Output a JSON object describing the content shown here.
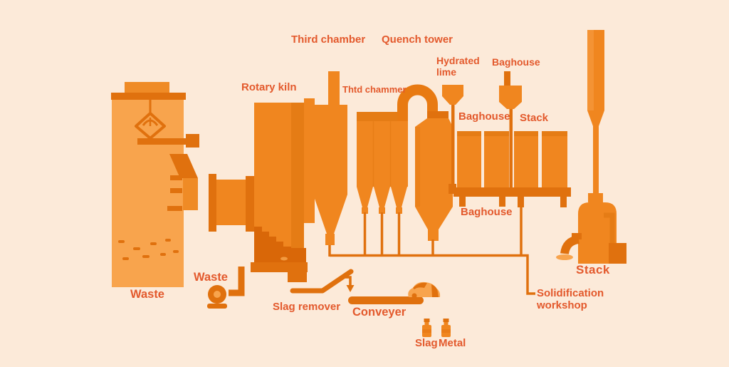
{
  "colors": {
    "background": "#fcead9",
    "equipment_main": "#f0861f",
    "equipment_light": "#f8a44d",
    "equipment_mid": "#e57c15",
    "equipment_dark": "#e0710e",
    "equipment_deep": "#d96708",
    "label_text": "#e3592c"
  },
  "labels": {
    "third_chamber": "Third chamber",
    "quench_tower": "Quench tower",
    "hydrated_lime": {
      "line1": "Hydrated",
      "line2": "lime"
    },
    "baghouse_top": "Baghouse",
    "rotary_kiln": "Rotary kiln",
    "thtd_chammer": "Thtd chammer",
    "baghouse_mid": "Baghouse",
    "stack_mid": "Stack",
    "baghouse_lower": "Baghouse",
    "waste_bunker": "Waste",
    "waste_pump": "Waste",
    "slag_remover": "Slag remover",
    "conveyer": "Conveyer",
    "slag": "Slag",
    "metal": "Metal",
    "solidification": {
      "line1": "Solidification",
      "line2": "workshop"
    },
    "stack_right": "Stack"
  }
}
